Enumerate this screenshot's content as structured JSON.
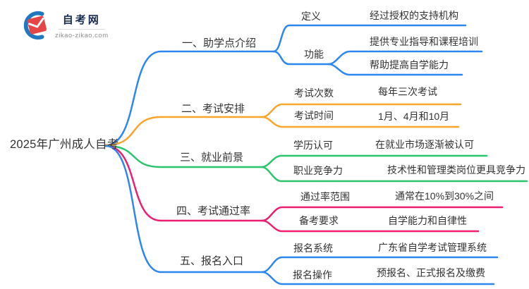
{
  "logo": {
    "title": "自考网",
    "subtitle": "zikao-zikao.com"
  },
  "root": {
    "label": "2025年广州成人自考"
  },
  "colors": {
    "text": "#333333",
    "blue": "#2e86f0",
    "orange": "#f7a52b",
    "green": "#2cc56e",
    "pink": "#f01e70"
  },
  "branches": [
    {
      "label": "一、助学点介绍",
      "color": "#2e86f0",
      "children": [
        {
          "label": "定义",
          "leaves": [
            "经过授权的支持机构"
          ]
        },
        {
          "label": "功能",
          "leaves": [
            "提供专业指导和课程培训",
            "帮助提高自学能力"
          ]
        }
      ]
    },
    {
      "label": "二、考试安排",
      "color": "#f7a52b",
      "children": [
        {
          "label": "考试次数",
          "leaves": [
            "每年三次考试"
          ]
        },
        {
          "label": "考试时间",
          "leaves": [
            "1月、4月和10月"
          ]
        }
      ]
    },
    {
      "label": "三、就业前景",
      "color": "#2cc56e",
      "children": [
        {
          "label": "学历认可",
          "leaves": [
            "在就业市场逐渐被认可"
          ]
        },
        {
          "label": "职业竞争力",
          "leaves": [
            "技术性和管理类岗位更具竞争力"
          ]
        }
      ]
    },
    {
      "label": "四、考试通过率",
      "color": "#f01e70",
      "children": [
        {
          "label": "通过率范围",
          "leaves": [
            "通常在10%到30%之间"
          ]
        },
        {
          "label": "备考要求",
          "leaves": [
            "自学能力和自律性"
          ]
        }
      ]
    },
    {
      "label": "五、报名入口",
      "color": "#2e86f0",
      "children": [
        {
          "label": "报名系统",
          "leaves": [
            "广东省自学考试管理系统"
          ]
        },
        {
          "label": "报名操作",
          "leaves": [
            "预报名、正式报名及缴费"
          ]
        }
      ]
    }
  ]
}
